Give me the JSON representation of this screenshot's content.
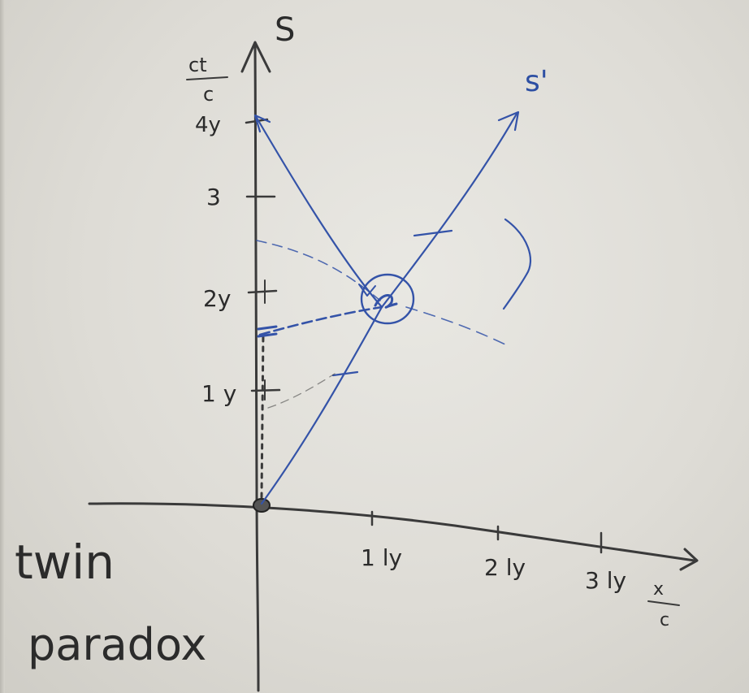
{
  "diagram": {
    "frame_s_label": "S",
    "frame_s_prime_label": "s'",
    "y_axis_label_num": "ct",
    "y_axis_label_den": "c",
    "x_axis_label_num": "x",
    "x_axis_label_den": "c",
    "y_ticks": [
      "4y",
      "3",
      "2y",
      "1 y"
    ],
    "x_ticks": [
      "1 ly",
      "2 ly",
      "3 ly"
    ],
    "title_line1": "twin",
    "title_line2": "paradox"
  },
  "colors": {
    "ink": "#3a3a3a",
    "marker_blue": "#3453a8",
    "board": "#e4e2dc"
  }
}
